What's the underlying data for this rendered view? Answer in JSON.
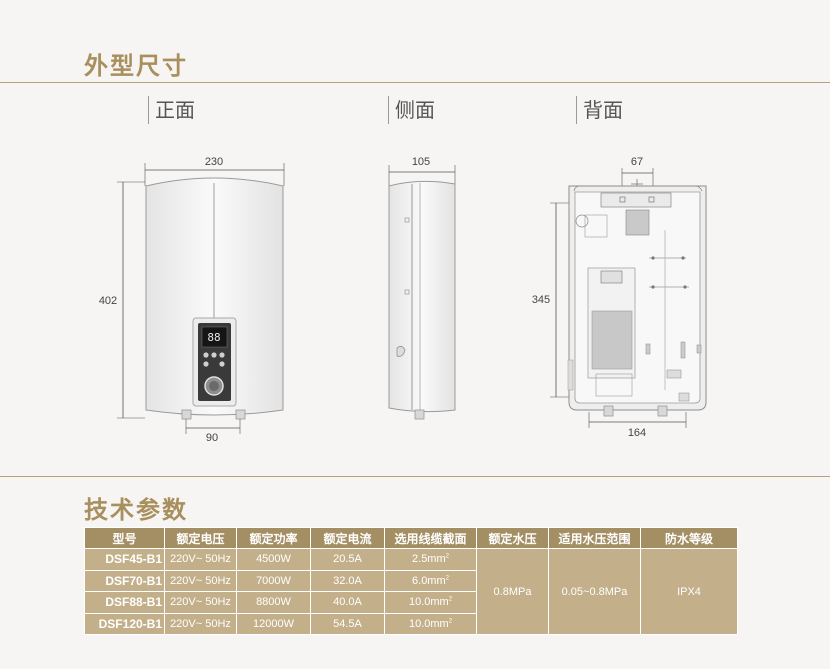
{
  "sections": {
    "dimensions_title": "外型尺寸",
    "specs_title": "技术参数"
  },
  "views": {
    "front": "正面",
    "side": "侧面",
    "back": "背面"
  },
  "dimensions": {
    "front_width": "230",
    "front_height": "402",
    "front_pipe_spacing": "90",
    "side_depth": "105",
    "back_top_spacing": "67",
    "back_height": "345",
    "back_bottom_spacing": "164"
  },
  "panel_display": {
    "digits": "88"
  },
  "colors": {
    "accent": "#a88f5c",
    "header_bg": "#a48e63",
    "cell_bg": "#c3b08a"
  },
  "table": {
    "headers": [
      "型号",
      "额定电压",
      "额定功率",
      "额定电流",
      "选用线缆截面",
      "额定水压",
      "适用水压范围",
      "防水等级"
    ],
    "rows": [
      {
        "model": "DSF45-B1",
        "voltage": "220V~ 50Hz",
        "power": "4500W",
        "current": "20.5A",
        "cable": "2.5mm",
        "cable_sup": "2"
      },
      {
        "model": "DSF70-B1",
        "voltage": "220V~ 50Hz",
        "power": "7000W",
        "current": "32.0A",
        "cable": "6.0mm",
        "cable_sup": "2"
      },
      {
        "model": "DSF88-B1",
        "voltage": "220V~ 50Hz",
        "power": "8800W",
        "current": "40.0A",
        "cable": "10.0mm",
        "cable_sup": "2"
      },
      {
        "model": "DSF120-B1",
        "voltage": "220V~ 50Hz",
        "power": "12000W",
        "current": "54.5A",
        "cable": "10.0mm",
        "cable_sup": "2"
      }
    ],
    "merged": {
      "rated_pressure": "0.8MPa",
      "pressure_range": "0.05~0.8MPa",
      "waterproof": "IPX4"
    }
  }
}
